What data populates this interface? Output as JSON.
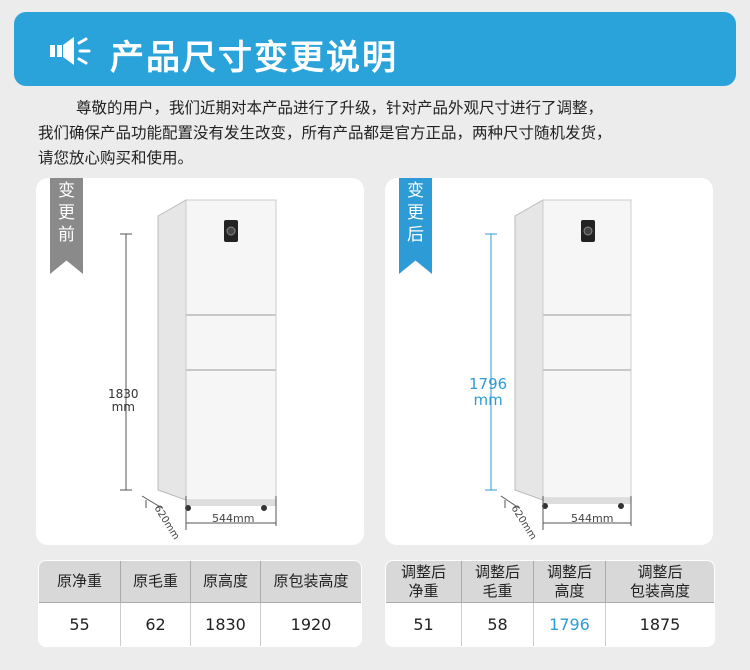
{
  "header": {
    "title": "产品尺寸变更说明",
    "icon": "speaker-icon",
    "color": "#2aa3db"
  },
  "notice": {
    "lines": [
      "尊敬的用户，我们近期对本产品进行了升级，针对产品外观尺寸进行了调整，",
      "我们确保产品功能配置没有发生改变，所有产品都是官方正品，两种尺寸随机发货，",
      "请您放心购买和使用。"
    ]
  },
  "before": {
    "ribbon": [
      "变",
      "更",
      "前"
    ],
    "height_value": "1830",
    "height_unit": "mm",
    "width": "544mm",
    "depth": "620mm",
    "table": {
      "headers": [
        "原净重",
        "原毛重",
        "原高度",
        "原包装高度"
      ],
      "values": [
        "55",
        "62",
        "1830",
        "1920"
      ]
    }
  },
  "after": {
    "ribbon": [
      "变",
      "更",
      "后"
    ],
    "height_value": "1796",
    "height_unit": "mm",
    "width": "544mm",
    "depth": "620mm",
    "table": {
      "headers": [
        "调整后\n净重",
        "调整后\n毛重",
        "调整后\n高度",
        "调整后\n包装高度"
      ],
      "values": [
        "51",
        "58",
        "1796",
        "1875"
      ]
    }
  },
  "colors": {
    "accent": "#2aa3db",
    "ribbon_before": "#8a8a8a",
    "ribbon_after": "#2d9bd5"
  }
}
